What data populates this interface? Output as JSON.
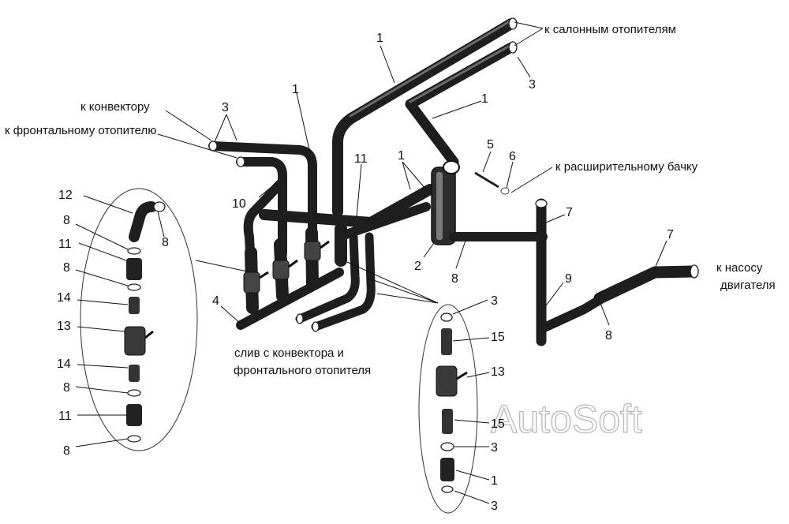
{
  "labels": {
    "to_cabin_heaters": "к салонным отопителям",
    "to_convector": "к конвектору",
    "to_front_heater": "к фронтальному отопителю",
    "to_expansion_tank": "к расширительному бачку",
    "to_engine_pump_line1": "к насосу",
    "to_engine_pump_line2": "двигателя",
    "drain_line1": "слив с конвектора и",
    "drain_line2": "фронтального отопителя"
  },
  "callouts": {
    "c1_top": "1",
    "c3_top": "3",
    "c1_upper_right": "1",
    "c1_mid": "1",
    "c3_convector": "3",
    "c1_center": "1",
    "c11_center": "11",
    "c5": "5",
    "c6": "6",
    "c10": "10",
    "c7_upper": "7",
    "c7_right": "7",
    "c2": "2",
    "c8_center": "8",
    "c9": "9",
    "c8_right": "8",
    "c4": "4",
    "c12": "12",
    "c8_l1": "8",
    "c8_l1b": "8",
    "c11_l1": "11",
    "c8_l2": "8",
    "c14_l1": "14",
    "c13_l": "13",
    "c14_l2": "14",
    "c8_l3": "8",
    "c11_l2": "11",
    "c8_l4": "8",
    "c3_r1": "3",
    "c15_r1": "15",
    "c13_r": "13",
    "c15_r2": "15",
    "c3_r2": "3",
    "c1_r": "1",
    "c3_r3": "3"
  },
  "watermark": "AutoSoft"
}
